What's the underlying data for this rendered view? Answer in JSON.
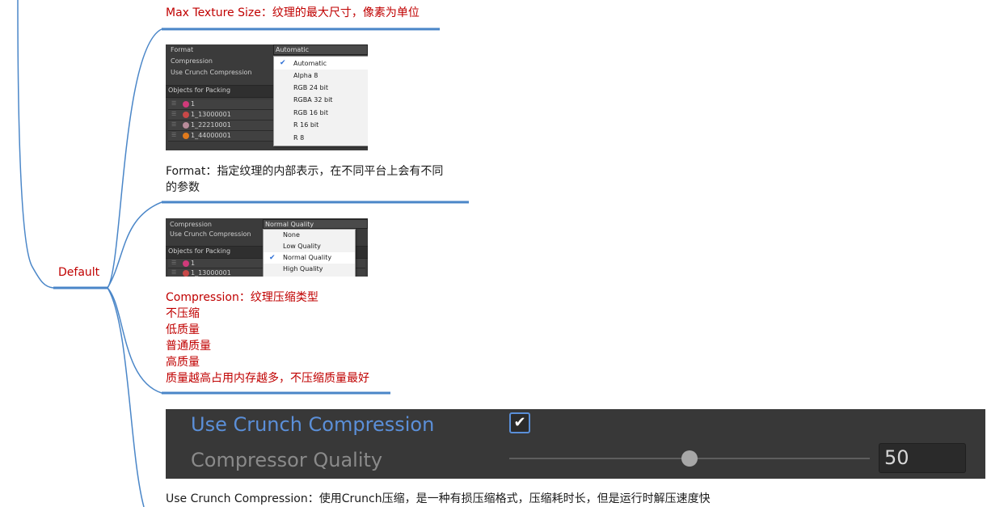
{
  "root": {
    "label": "Default"
  },
  "colors": {
    "branch": "#4a86c8",
    "underline": "#4a86c8",
    "red_text": "#c00000",
    "dark_text": "#1a1a1a"
  },
  "nodes": [
    {
      "id": "max-texture-size",
      "text": "Max Texture Size：纹理的最大尺寸，像素为单位"
    },
    {
      "id": "format",
      "lines": [
        "Format：指定纹理的内部表示，在不同平台上会有不同",
        "的参数"
      ]
    },
    {
      "id": "compression",
      "lines": [
        "Compression：纹理压缩类型",
        "不压缩",
        "低质量",
        "普通质量",
        "高质量",
        "质量越高占用内存越多，不压缩质量最好"
      ]
    },
    {
      "id": "crunch",
      "text": "Use Crunch Compression：使用Crunch压缩，是一种有损压缩格式，压缩耗时长，但是运行时解压速度快"
    }
  ],
  "format_panel": {
    "labels": {
      "format": "Format",
      "compression": "Compression",
      "use_crunch": "Use Crunch Compression",
      "objects": "Objects for Packing"
    },
    "selected_value": "Automatic",
    "options": [
      "Automatic",
      "Alpha 8",
      "RGB 24 bit",
      "RGBA 32 bit",
      "RGB 16 bit",
      "R 16 bit",
      "R 8"
    ],
    "selected_index": 0,
    "rows": [
      "1",
      "1_13000001",
      "1_22210001",
      "1_44000001"
    ]
  },
  "compression_panel": {
    "labels": {
      "compression": "Compression",
      "use_crunch": "Use Crunch Compression",
      "objects": "Objects for Packing"
    },
    "selected_value": "Normal Quality",
    "options": [
      "None",
      "Low Quality",
      "Normal Quality",
      "High Quality"
    ],
    "selected_index": 2,
    "rows": [
      "1",
      "1_13000001"
    ]
  },
  "crunch_panel": {
    "use_crunch_label": "Use Crunch Compression",
    "use_crunch_checked": true,
    "quality_label": "Compressor Quality",
    "quality_value": "50",
    "slider_fraction": 0.5
  },
  "icons": {
    "checkbox": "check-icon",
    "slider": "slider-knob"
  }
}
